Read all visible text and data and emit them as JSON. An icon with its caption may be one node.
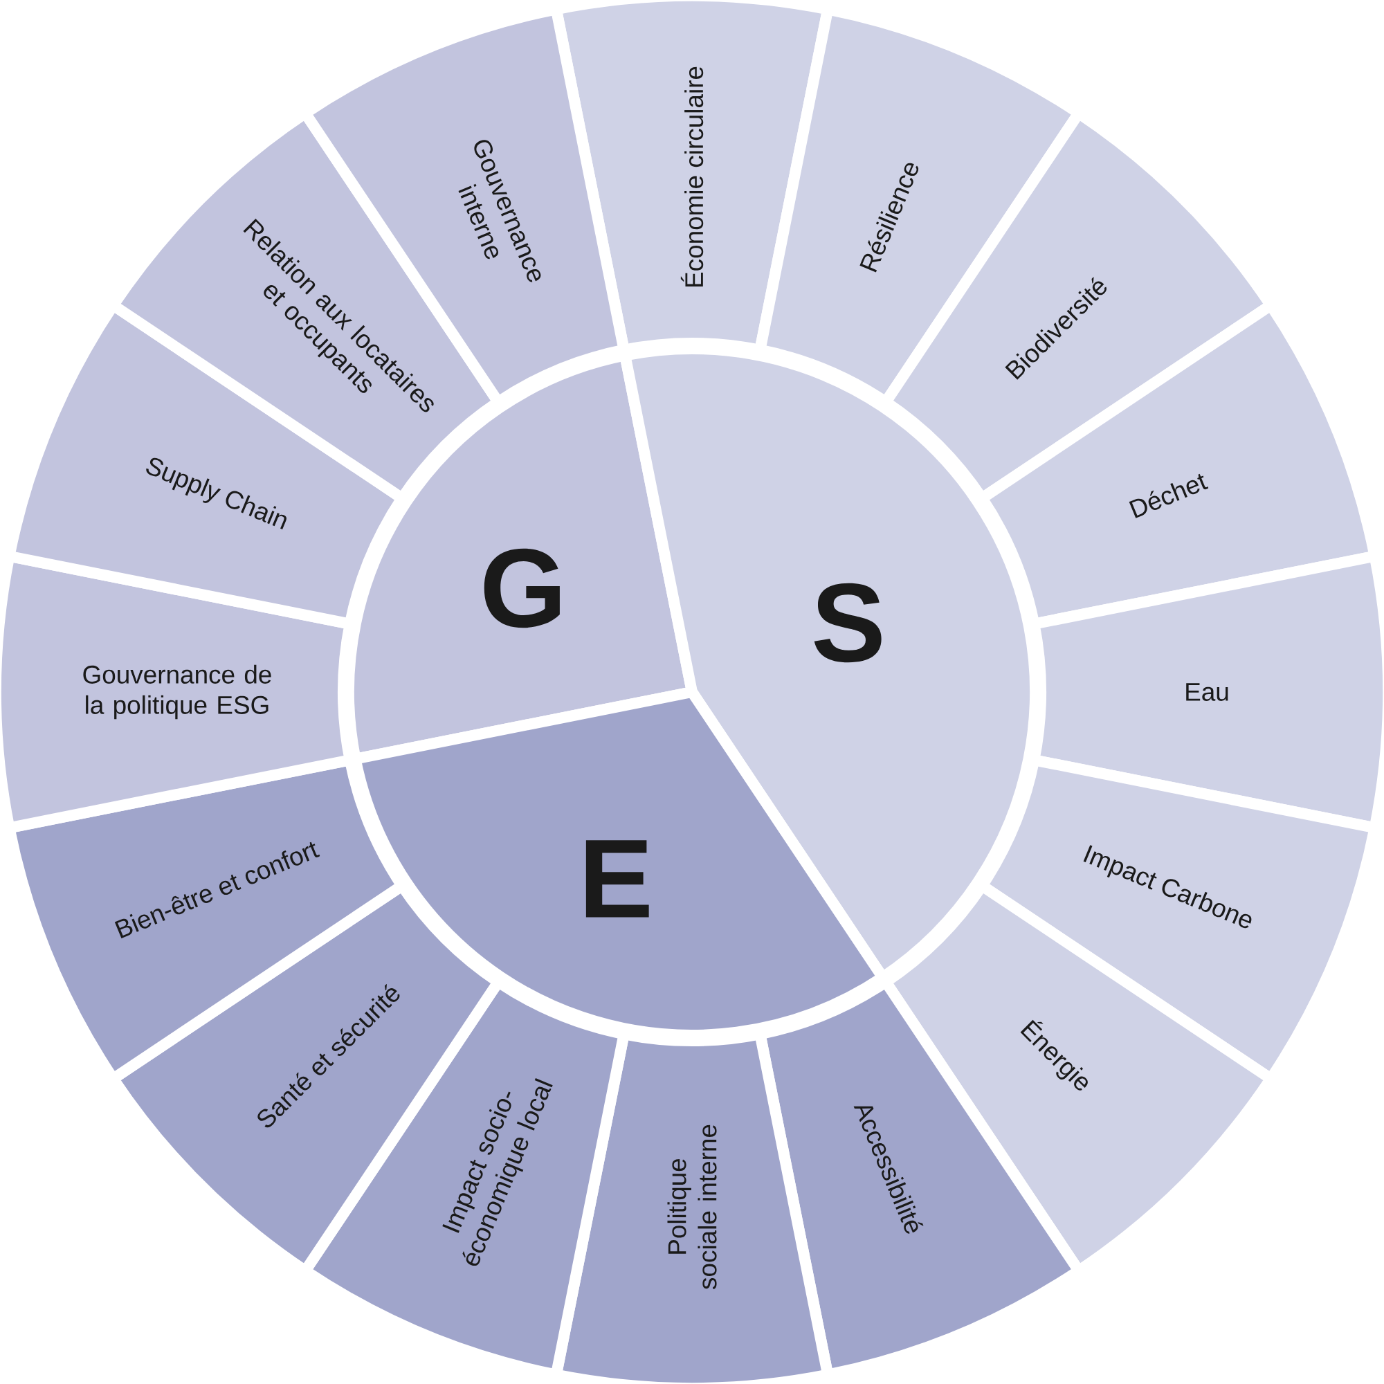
{
  "diagram": {
    "nodes": [
      {
        "text": [
          "G"
        ]
      },
      {
        "text": [
          "S"
        ]
      },
      {
        "text": [
          "E"
        ]
      },
      {
        "text": [
          "Économie circulaire"
        ]
      },
      {
        "text": [
          "Résilience"
        ]
      },
      {
        "text": [
          "Biodiversité"
        ]
      },
      {
        "text": [
          "Déchet"
        ]
      },
      {
        "text": [
          "Eau"
        ]
      },
      {
        "text": [
          "Impact Carbone"
        ]
      },
      {
        "text": [
          "Énergie"
        ]
      },
      {
        "text": [
          "Accessibilité"
        ]
      },
      {
        "text": [
          "Politique sociale interne"
        ]
      },
      {
        "text": [
          "Impact socio-économique local"
        ]
      },
      {
        "text": [
          "Santé et sécurité"
        ]
      },
      {
        "text": [
          "Bien-être et confort"
        ]
      },
      {
        "text": [
          "Gouvernance de la politique ESG"
        ]
      },
      {
        "text": [
          "Supply Chain"
        ]
      },
      {
        "text": [
          "Relation aux locataires et occupants"
        ]
      },
      {
        "text": [
          "Gouvernance interne"
        ]
      }
    ]
  }
}
